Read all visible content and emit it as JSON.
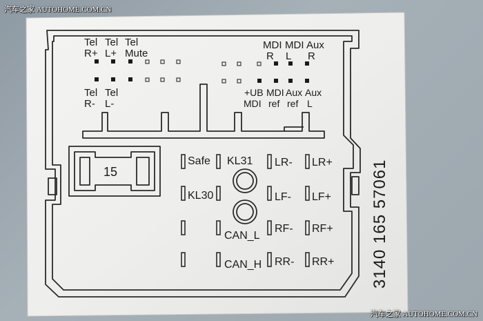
{
  "watermark": {
    "top": "汽车之家 AUTOHOME.COM.CN",
    "bottom": "汽车之家 AUTOHOME.COM.CN"
  },
  "label": {
    "part_number": "3140 165 57061",
    "fuse": "15",
    "top_row_left": [
      {
        "line1": "Tel",
        "line2": "R+"
      },
      {
        "line1": "Tel",
        "line2": "L+"
      },
      {
        "line1": "Tel",
        "line2": "Mute"
      }
    ],
    "top_row_right": [
      {
        "line1": "MDI",
        "line2": "R"
      },
      {
        "line1": "MDI",
        "line2": "L"
      },
      {
        "line1": "Aux",
        "line2": "R"
      }
    ],
    "bottom_row_left": [
      {
        "line1": "Tel",
        "line2": "R-"
      },
      {
        "line1": "Tel",
        "line2": "L-"
      }
    ],
    "bottom_row_right": [
      {
        "line1": "+UB",
        "line2": "MDI"
      },
      {
        "line1": "MDI",
        "line2": "ref"
      },
      {
        "line1": "Aux",
        "line2": "ref"
      },
      {
        "line1": "Aux",
        "line2": "L"
      }
    ],
    "power_pins": {
      "safe": "Safe",
      "kl31": "KL31",
      "kl30": "KL30",
      "can_l": "CAN_L",
      "can_h": "CAN_H"
    },
    "speaker_pins": {
      "lr_minus": "LR-",
      "lr_plus": "LR+",
      "lf_minus": "LF-",
      "lf_plus": "LF+",
      "rf_minus": "RF-",
      "rf_plus": "RF+",
      "rr_minus": "RR-",
      "rr_plus": "RR+"
    }
  }
}
